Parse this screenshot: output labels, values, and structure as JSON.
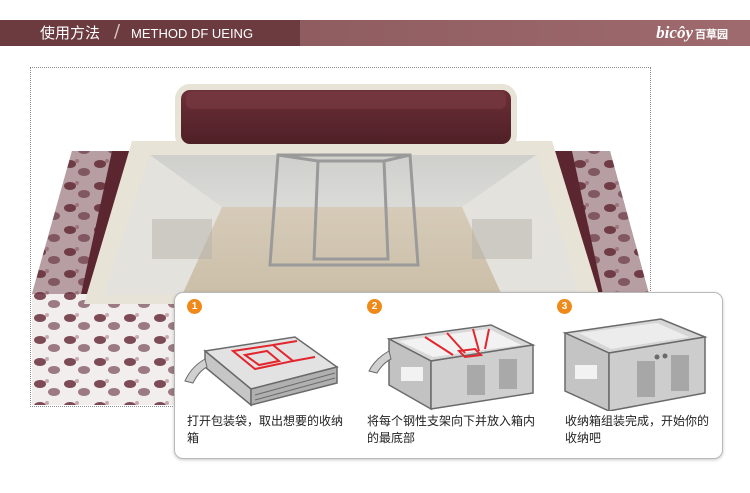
{
  "header": {
    "title_zh": "使用方法",
    "separator": "/",
    "title_en": "METHOD DF UEING",
    "brand_en": "bicôy",
    "brand_zh": "百草园"
  },
  "colors": {
    "header_dark": "#6b3b3f",
    "header_light": "#9e6a6e",
    "badge": "#ef8a1a",
    "frame_red": "#e3262e"
  },
  "steps": [
    {
      "number": "1",
      "text": "打开包装袋，取出想要的收纳箱"
    },
    {
      "number": "2",
      "text": "将每个钢性支架向下并放入箱内的最底部"
    },
    {
      "number": "3",
      "text": "收纳箱组装完成，开始你的收纳吧"
    }
  ]
}
